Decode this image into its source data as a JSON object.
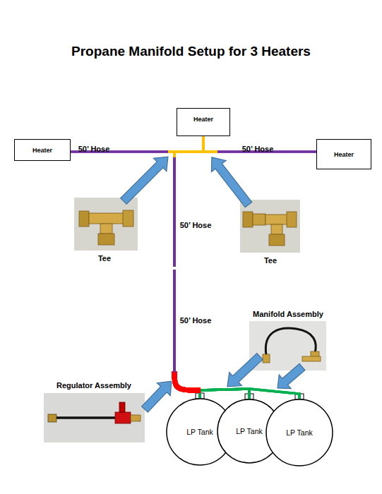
{
  "diagram": {
    "title": "Propane Manifold Setup for 3 Heaters",
    "nodes": [
      {
        "text": [
          "Heater"
        ]
      },
      {
        "text": [
          "Heater"
        ]
      },
      {
        "text": [
          "Heater"
        ]
      },
      {
        "text": [
          "LP Tank"
        ]
      },
      {
        "text": [
          "LP Tank"
        ]
      },
      {
        "text": [
          "LP Tank"
        ]
      }
    ],
    "edges": [
      {
        "from": 3,
        "to": 0,
        "arrow": "none"
      },
      {
        "from": 3,
        "to": 1,
        "arrow": "none"
      },
      {
        "from": 3,
        "to": 2,
        "arrow": "none"
      },
      {
        "from": 4,
        "to": 0,
        "arrow": "none"
      },
      {
        "from": 4,
        "to": 1,
        "arrow": "none"
      },
      {
        "from": 4,
        "to": 2,
        "arrow": "none"
      },
      {
        "from": 5,
        "to": 0,
        "arrow": "none"
      },
      {
        "from": 5,
        "to": 1,
        "arrow": "none"
      },
      {
        "from": 5,
        "to": 2,
        "arrow": "none"
      }
    ],
    "labels": [
      "50’ Hose",
      "50’ Hose",
      "Tee",
      "Tee",
      "50’ Hose",
      "Manifold Assembly",
      "50’ Hose",
      "Regulator Assembly"
    ]
  }
}
